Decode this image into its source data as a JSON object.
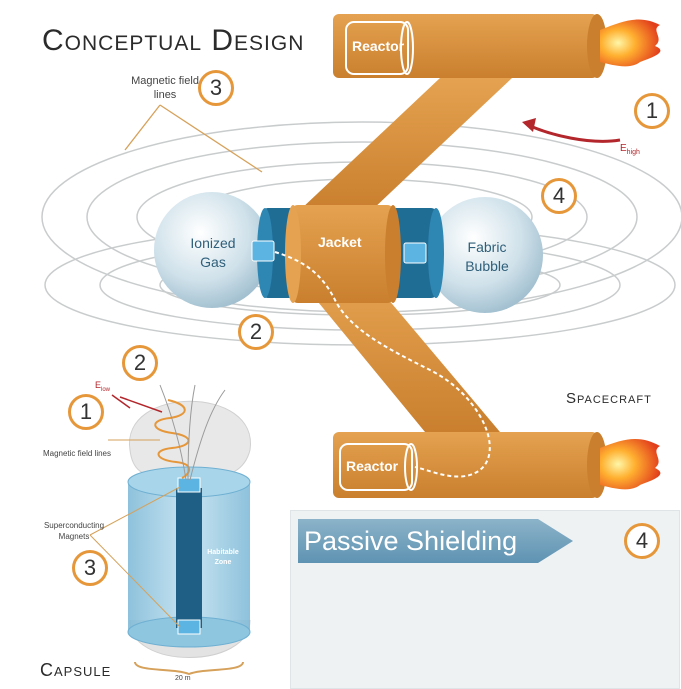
{
  "title": "Conceptual Design",
  "labels": {
    "reactor_top": "Reactor",
    "reactor_bottom": "Reactor",
    "jacket": "Jacket",
    "ionized_gas": "Ionized Gas",
    "fabric_bubble": "Fabric Bubble",
    "magnetic_field_lines": "Magnetic field lines",
    "spacecraft": "Spacecraft",
    "capsule": "Capsule",
    "e_high": "E",
    "e_high_sub": "high",
    "e_low": "E",
    "e_low_sub": "low",
    "capsule_field_lines": "Magnetic field lines",
    "superconducting_magnets": "Superconducting Magnets",
    "habitable_zone": "Habitable Zone",
    "diameter": "20 m",
    "passive_shielding": "Passive Shielding"
  },
  "numbers": {
    "n1_top": "1",
    "n3_top": "3",
    "n4_mid": "4",
    "n2_mid": "2",
    "n2_capsule": "2",
    "n1_capsule": "1",
    "n3_capsule": "3",
    "n4_panel": "4"
  },
  "colors": {
    "tube": "#d9903a",
    "tube_dark": "#b9732a",
    "jacket_blue": "#1f6d95",
    "sphere": "#c9dde8",
    "accent_circle": "#e6973a",
    "arrow_red": "#b3262b",
    "capsule_blue": "#8fc6e0",
    "banner_blue": "#6f9fbc"
  },
  "icons": [
    "flame-icon",
    "curved-arrow-icon"
  ]
}
